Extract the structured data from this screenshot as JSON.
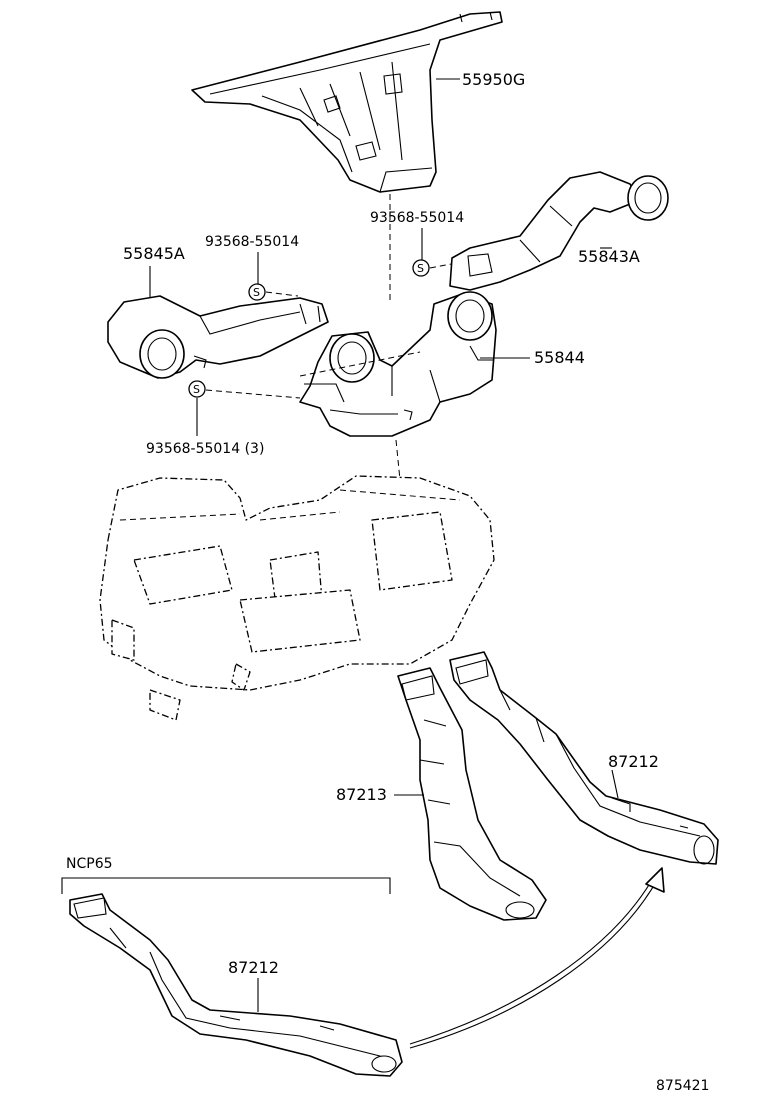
{
  "labels": {
    "panel_duct": "55950G",
    "screw_top": "93568-55014",
    "duct_left": "55845A",
    "screw_left": "93568-55014",
    "duct_right": "55843A",
    "duct_center": "55844",
    "screw_bottom": "93568-55014 (3)",
    "rear_duct_right": "87212",
    "rear_duct_left": "87213",
    "variant": "NCP65",
    "rear_duct_variant": "87212",
    "diagram_code": "875421"
  },
  "clip_symbol": "S",
  "icons": {
    "clip": "screw-clip-icon",
    "arrow": "curved-arrow-icon"
  }
}
